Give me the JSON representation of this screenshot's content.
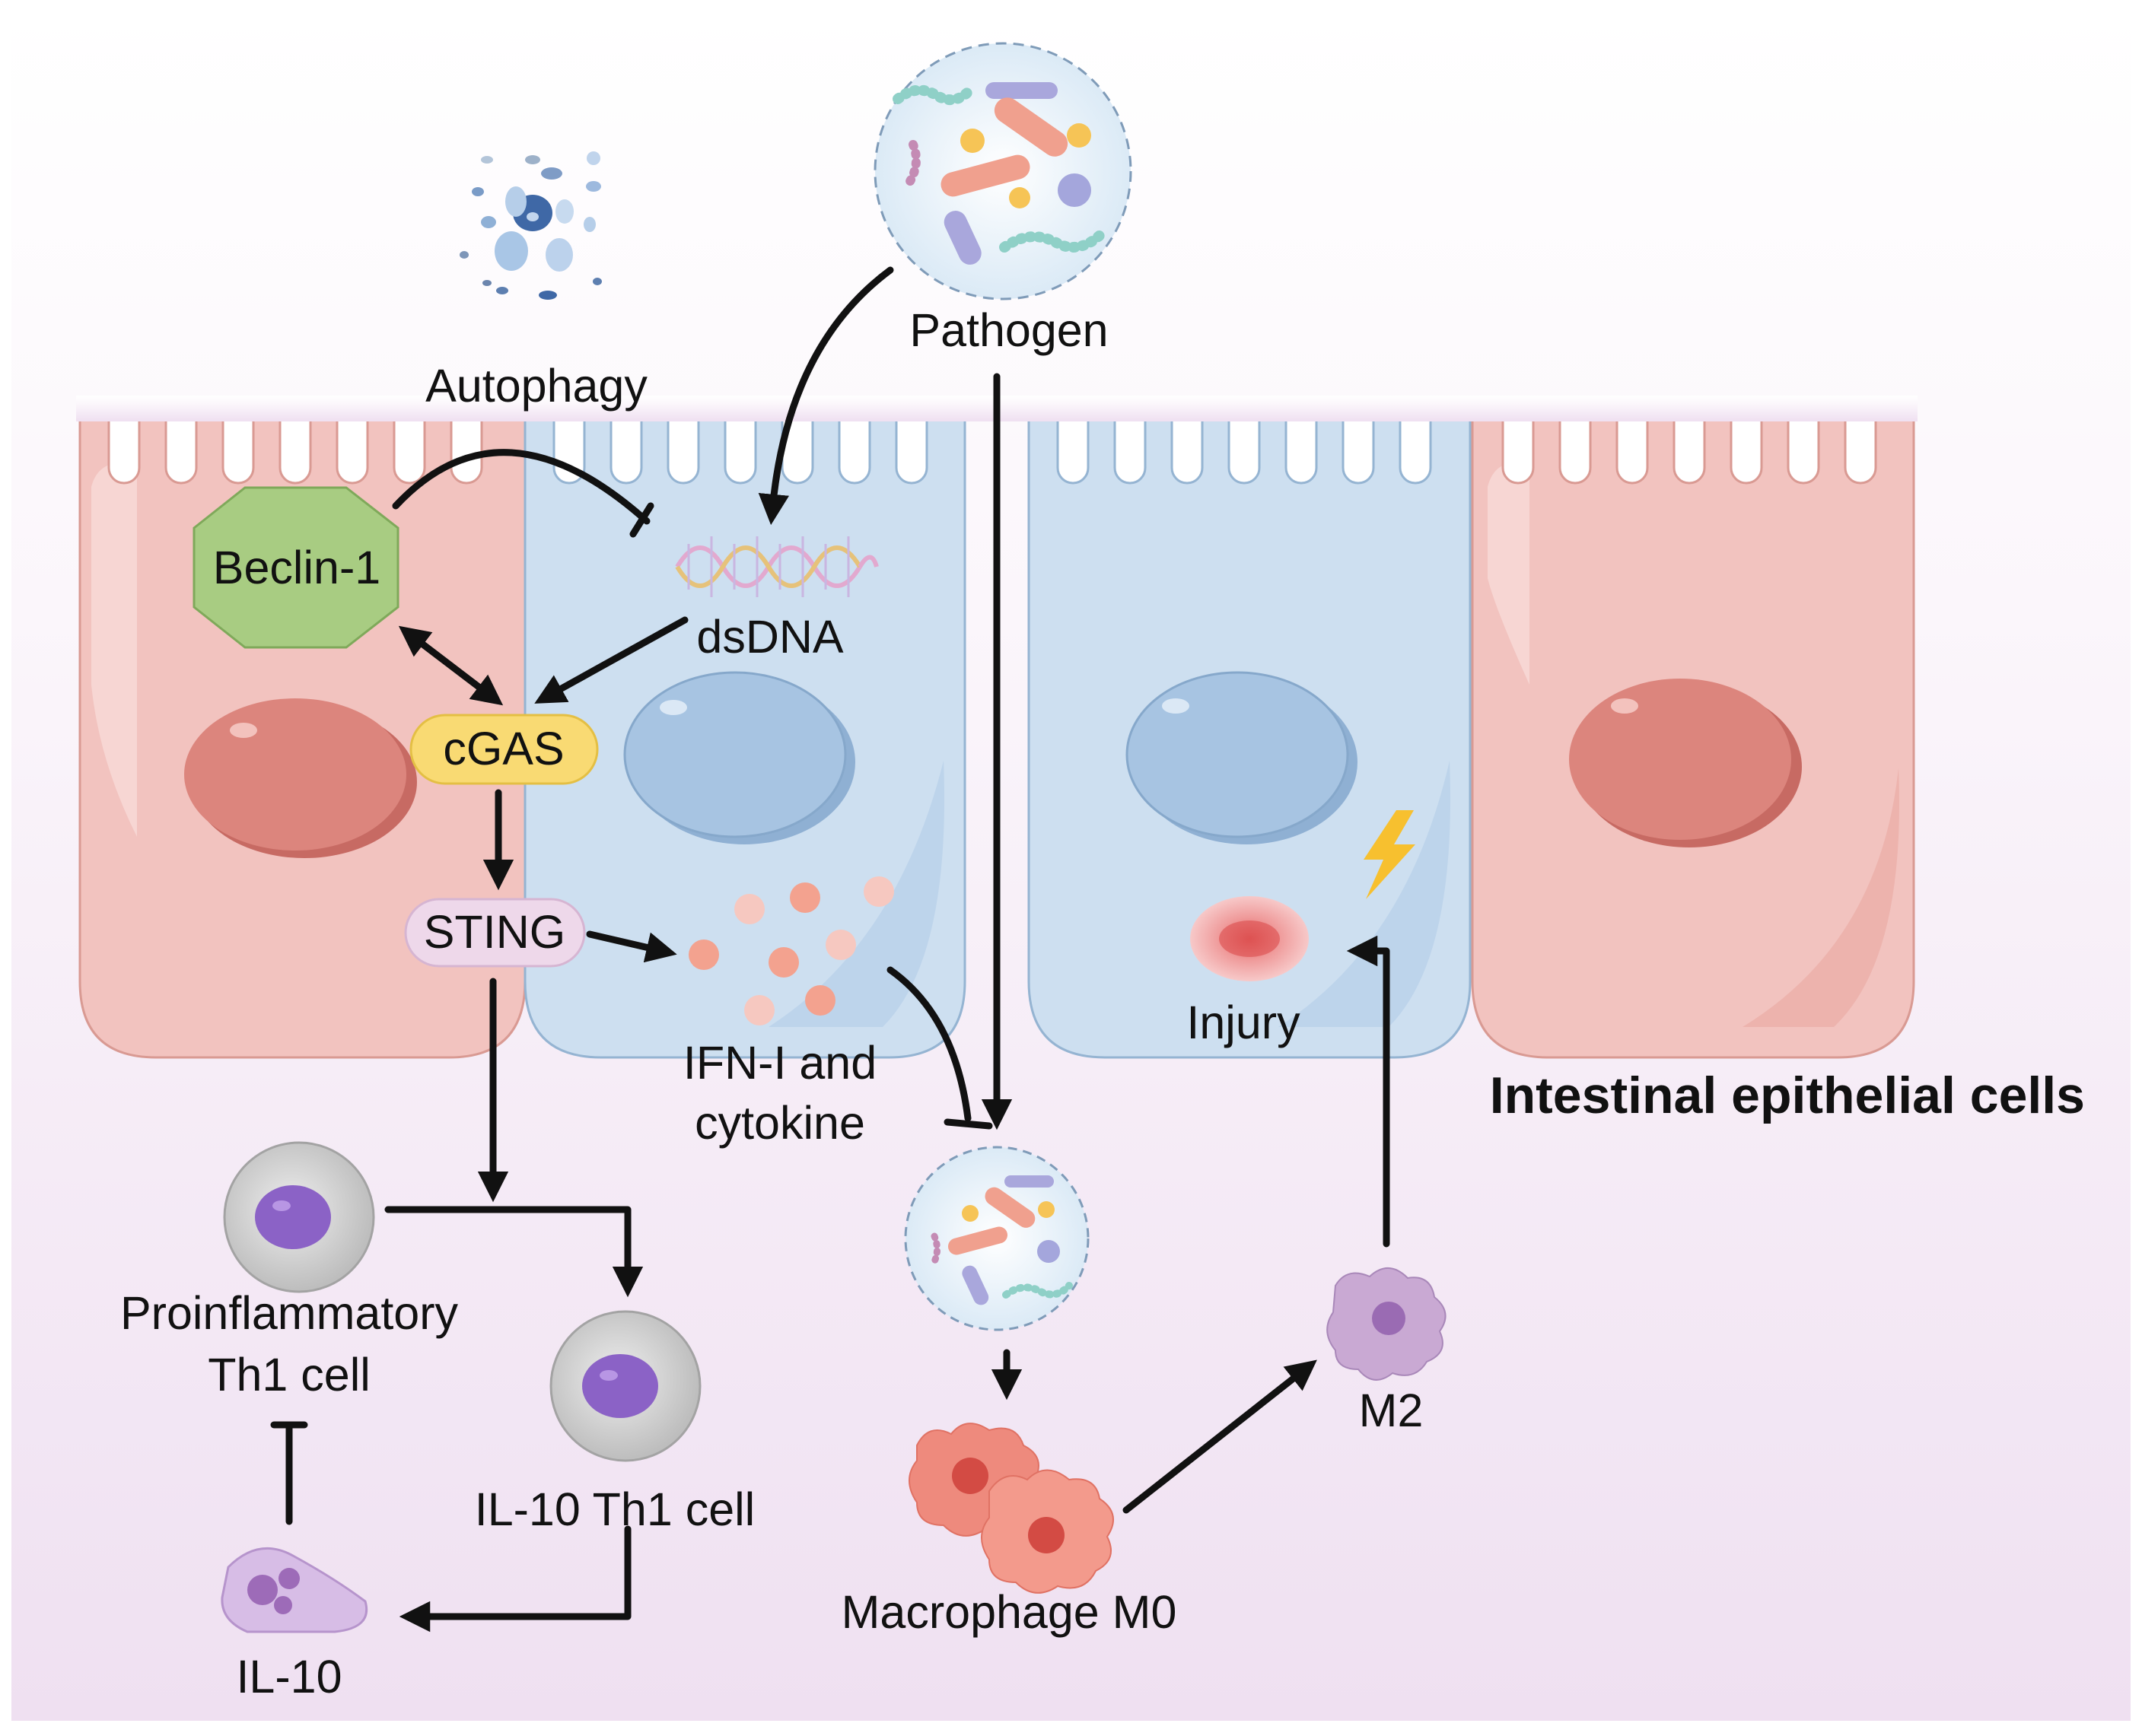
{
  "labels": {
    "pathogen": "Pathogen",
    "autophagy": "Autophagy",
    "beclin": "Beclin-1",
    "dsdna": "dsDNA",
    "cgas": "cGAS",
    "sting": "STING",
    "ifn_line1": "IFN-I and",
    "ifn_line2": "cytokine",
    "injury": "Injury",
    "epithelial": "Intestinal epithelial cells",
    "th1_line1": "Proinflammatory",
    "th1_line2": "Th1 cell",
    "il10_th1": "IL-10 Th1 cell",
    "il10": "IL-10",
    "macrophage": "Macrophage M0",
    "m2": "M2"
  },
  "colors": {
    "cell_pink": "#f2c3bf",
    "cell_blue": "#cddff0",
    "nucleus_red": "#dc857d",
    "nucleus_blue": "#a7c4e2",
    "beclin_green": "#a8cc82",
    "cgas_yellow": "#f9da73",
    "sting_pink": "#eed8ea",
    "cytokine_orange": "#f3a28f",
    "injury_red": "#e06b6b",
    "th1_purple": "#8b62c6",
    "macrophage_salmon": "#ee8a7d",
    "m2_lilac": "#c9a9d3"
  },
  "icons": [
    "pathogen-circle",
    "autophagy-vesicles",
    "dna-helix",
    "lightning-bolt"
  ]
}
